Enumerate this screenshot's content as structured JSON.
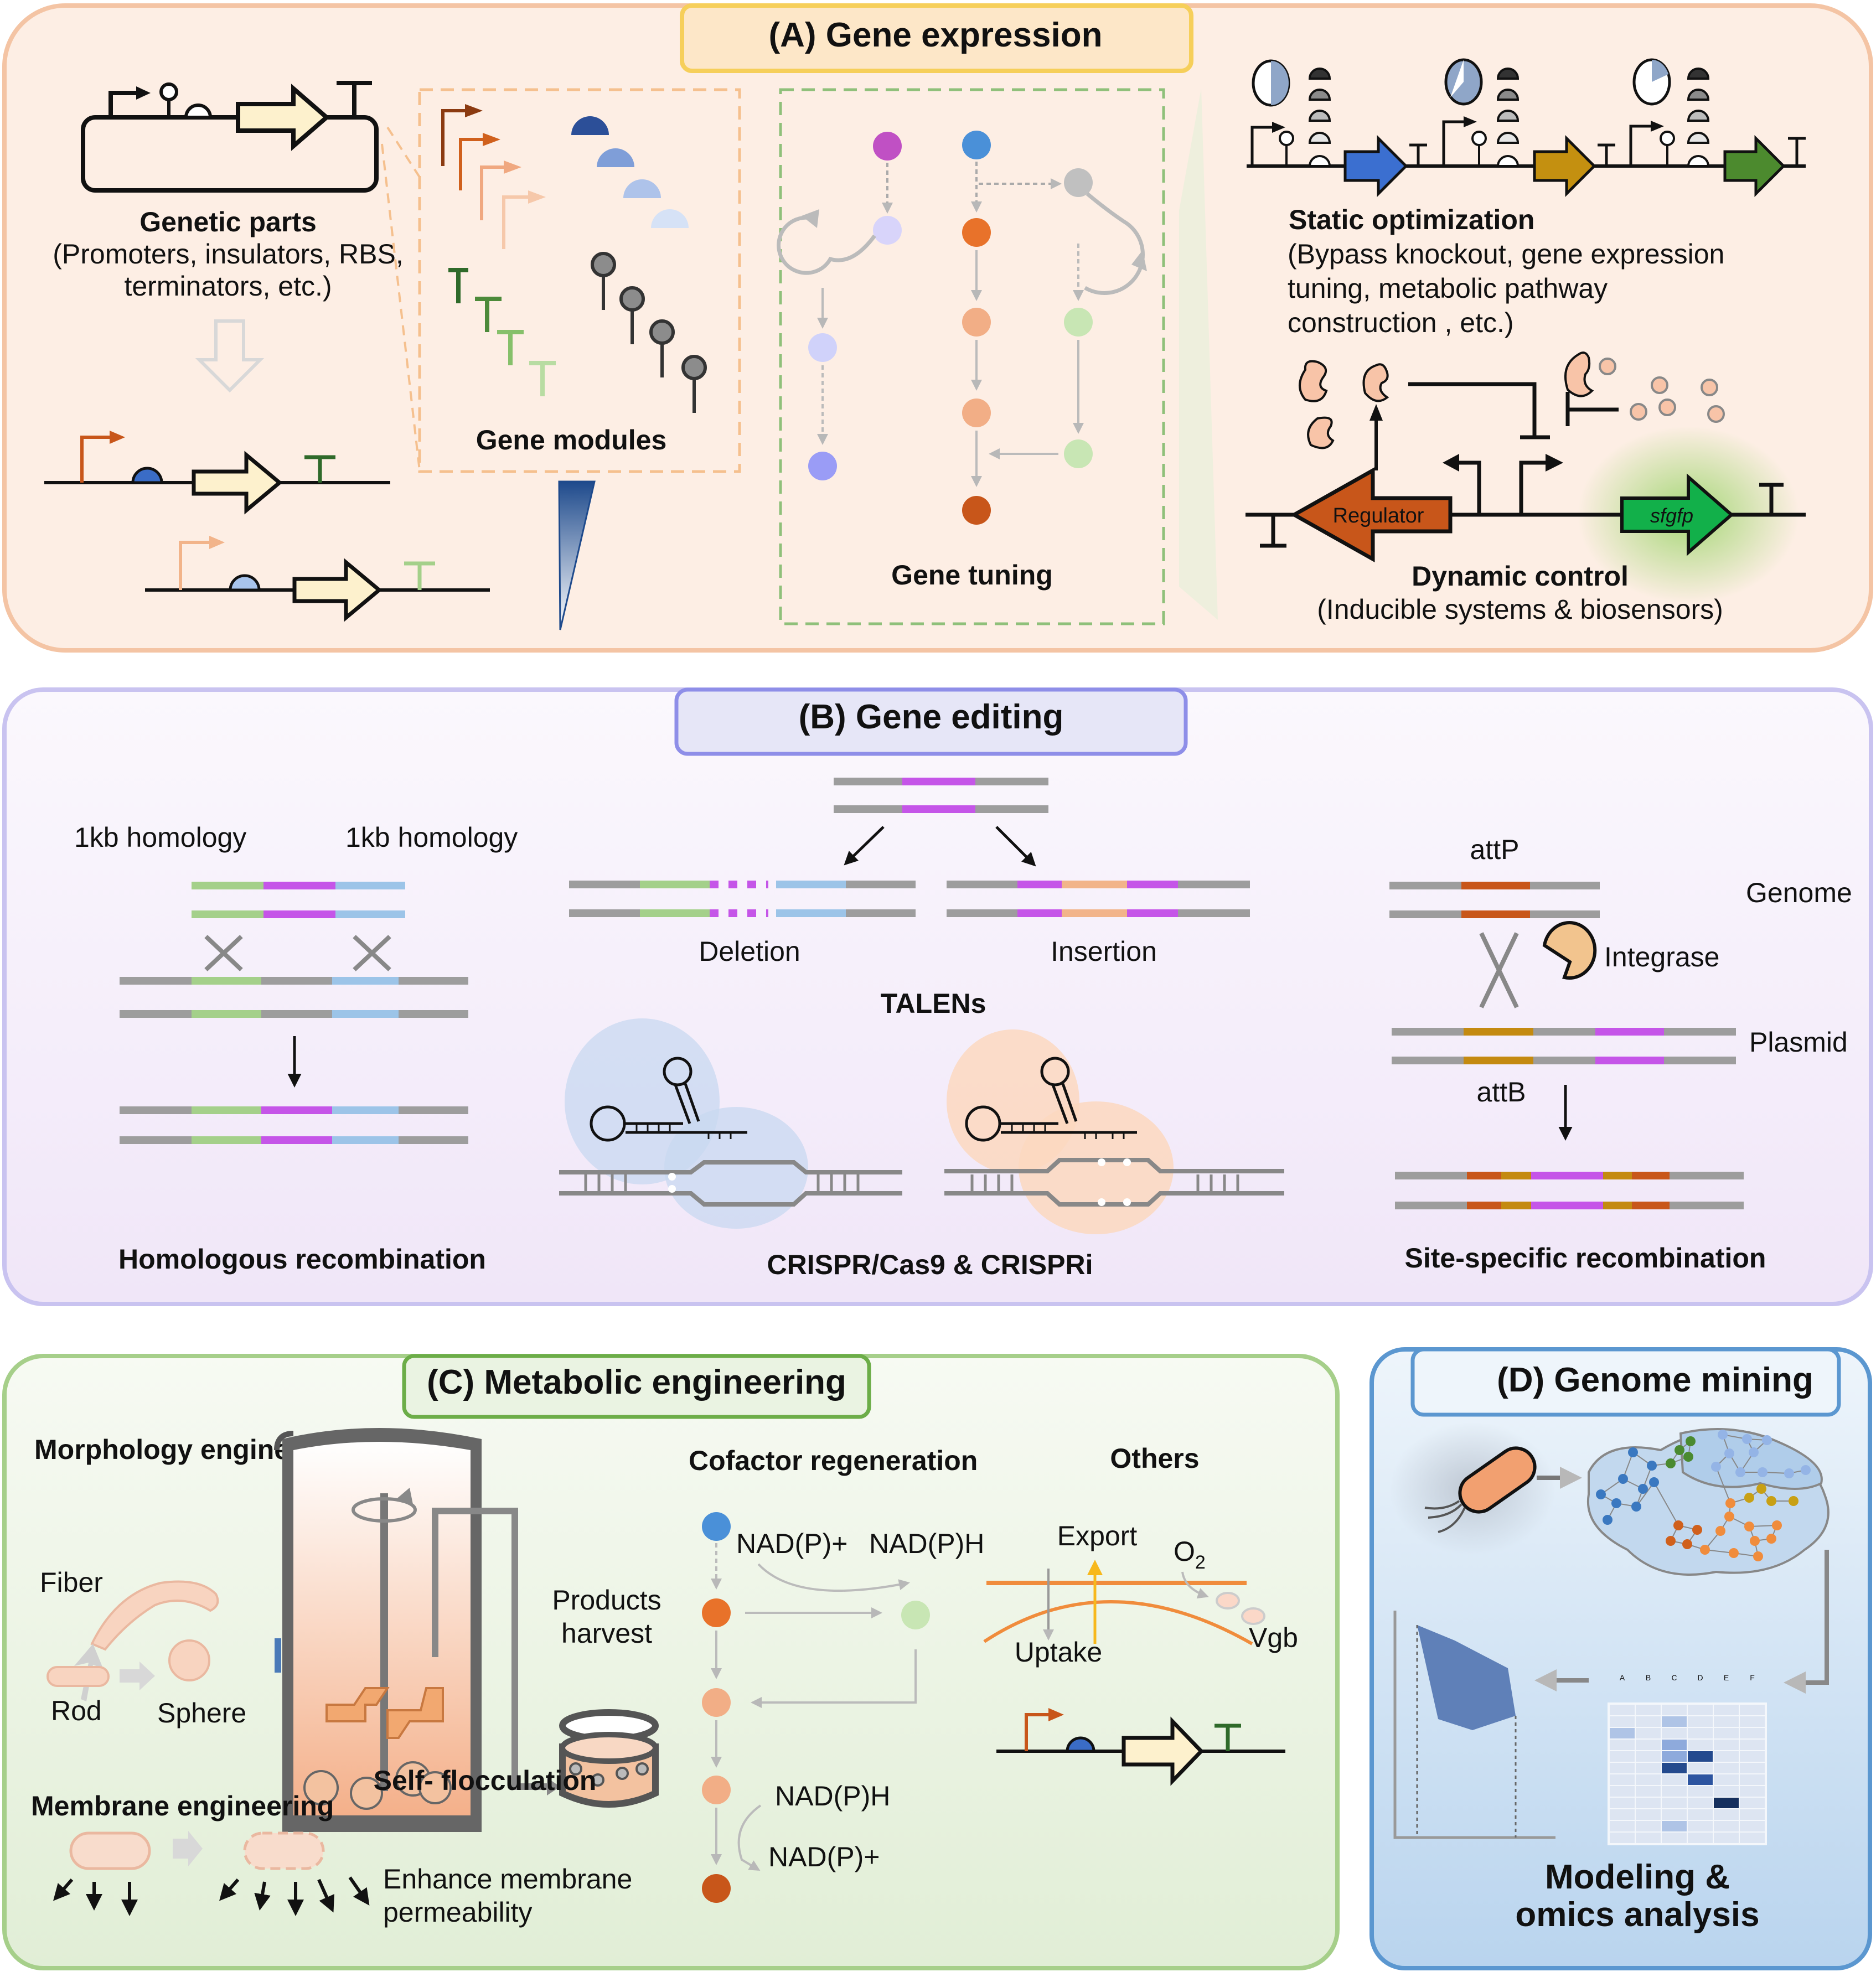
{
  "figure": {
    "panels": {
      "A": {
        "title": "(A) Gene expression",
        "genetic_parts": {
          "heading": "Genetic parts",
          "line1": "(Promoters, insulators, RBS,",
          "line2": "terminators, etc.)"
        },
        "gene_modules": "Gene modules",
        "gene_tuning": "Gene  tuning",
        "static_optimization": {
          "heading": "Static optimization",
          "line1": "(Bypass knockout, gene expression",
          "line2": "tuning, metabolic pathway",
          "line3": "construction , etc.)"
        },
        "dynamic_control": {
          "heading": "Dynamic control",
          "line1": "(Inducible systems & biosensors)",
          "regulator": "Regulator",
          "reporter": "sfgfp"
        }
      },
      "B": {
        "title": "(B) Gene editing",
        "homology_left": "1kb homology",
        "homology_right": "1kb homology",
        "homologous_recombination": "Homologous recombination",
        "deletion": "Deletion",
        "insertion": "Insertion",
        "talens": "TALENs",
        "crispr": "CRISPR/Cas9 & CRISPRi",
        "attP": "attP",
        "attB": "attB",
        "genome": "Genome",
        "integrase": "Integrase",
        "plasmid": "Plasmid",
        "site_specific": "Site-specific recombination"
      },
      "C": {
        "title": "(C) Metabolic engineering",
        "morphology": "Morphology engineering",
        "fiber": "Fiber",
        "rod": "Rod",
        "sphere": "Sphere",
        "products_line1": "Products",
        "products_line2": "harvest",
        "self_flocculation": "Self- flocculation",
        "membrane": "Membrane engineering",
        "enhance_line1": "Enhance membrane",
        "enhance_line2": "permeability",
        "cofactor": "Cofactor regeneration",
        "nadp_plus_1": "NAD(P)+",
        "nadph_1": "NAD(P)H",
        "nadph_2": "NAD(P)H",
        "nadp_plus_2": "NAD(P)+",
        "others": "Others",
        "export": "Export",
        "o2": "O",
        "o2_sub": "2",
        "uptake": "Uptake",
        "vgb": "Vgb"
      },
      "D": {
        "title": "(D) Genome mining",
        "heatmap_columns": [
          "A",
          "B",
          "C",
          "D",
          "E",
          "F"
        ],
        "modeling_line1": "Modeling &",
        "modeling_line2": "omics analysis"
      }
    },
    "colors": {
      "panelA_bg": "#fdeee4",
      "panelA_border": "#f4c4a4",
      "panelA_tab": "#fde7c8",
      "panelA_tab_border": "#f6cf5a",
      "panelB_bg": "#f3ebf8",
      "panelB_border": "#c9c3f0",
      "panelB_tab": "#e6e6f7",
      "panelB_tab_border": "#8e8ee8",
      "panelC_bg": "#e6f0dc",
      "panelC_border": "#a6cf8a",
      "panelC_tab_border": "#6cad48",
      "panelD_bg": "#c5dcf0",
      "panelD_border": "#5b97d0",
      "magenta": "#c555e8",
      "green_seg": "#a4d08a",
      "blue_seg": "#9cc4e8",
      "gray_seg": "#9d9d9d",
      "orange_dark": "#c8561a",
      "gold": "#c48a10",
      "peach": "#f2b48a"
    }
  }
}
